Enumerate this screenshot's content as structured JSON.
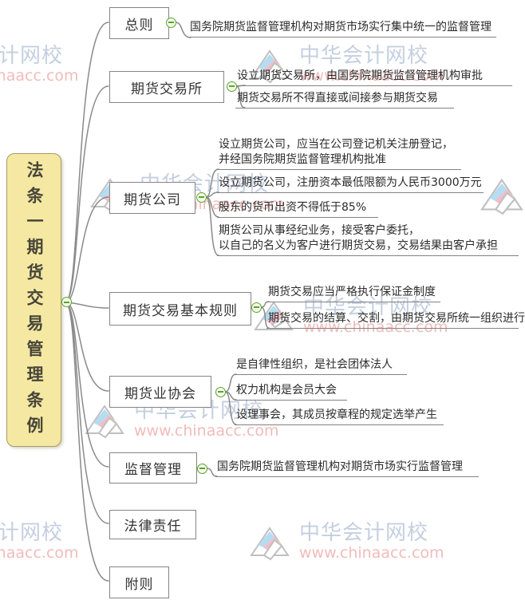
{
  "root": {
    "label": "法条一期货交易管理条例"
  },
  "branches": [
    {
      "label": "总则",
      "children": [
        "国务院期货监督管理机构对期货市场实行集中统一的监督管理"
      ]
    },
    {
      "label": "期货交易所",
      "children": [
        "设立期货交易所，由国务院期货监督管理机构审批",
        "期货交易所不得直接或间接参与期货交易"
      ]
    },
    {
      "label": "期货公司",
      "children": [
        "设立期货公司，应当在公司登记机关注册登记，\n并经国务院期货监督管理机构批准",
        "设立期货公司，注册资本最低限额为人民币3000万元",
        "股东的货币出资不得低于85%",
        "期货公司从事经纪业务，接受客户委托，\n以自己的名义为客户进行期货交易，交易结果由客户承担"
      ]
    },
    {
      "label": "期货交易基本规则",
      "children": [
        "期货交易应当严格执行保证金制度",
        "期货交易的结算、交割，由期货交易所统一组织进行"
      ]
    },
    {
      "label": "期货业协会",
      "children": [
        "是自律性组织，是社会团体法人",
        "权力机构是会员大会",
        "设理事会，其成员按章程的规定选举产生"
      ]
    },
    {
      "label": "监督管理",
      "children": [
        "国务院期货监督管理机构对期货市场实行监督管理"
      ]
    },
    {
      "label": "法律责任",
      "children": []
    },
    {
      "label": "附则",
      "children": []
    }
  ],
  "watermark": {
    "brand": "中华会计网校",
    "url": "www.chinaacc.com"
  },
  "colors": {
    "root_fill": "#f5e8a2",
    "node_border": "#858585",
    "connector": "#8a8a8a",
    "collapse_icon_green": "#5fa32a",
    "watermark_brand": "#c4cfe0",
    "watermark_url": "#f0bcba"
  }
}
